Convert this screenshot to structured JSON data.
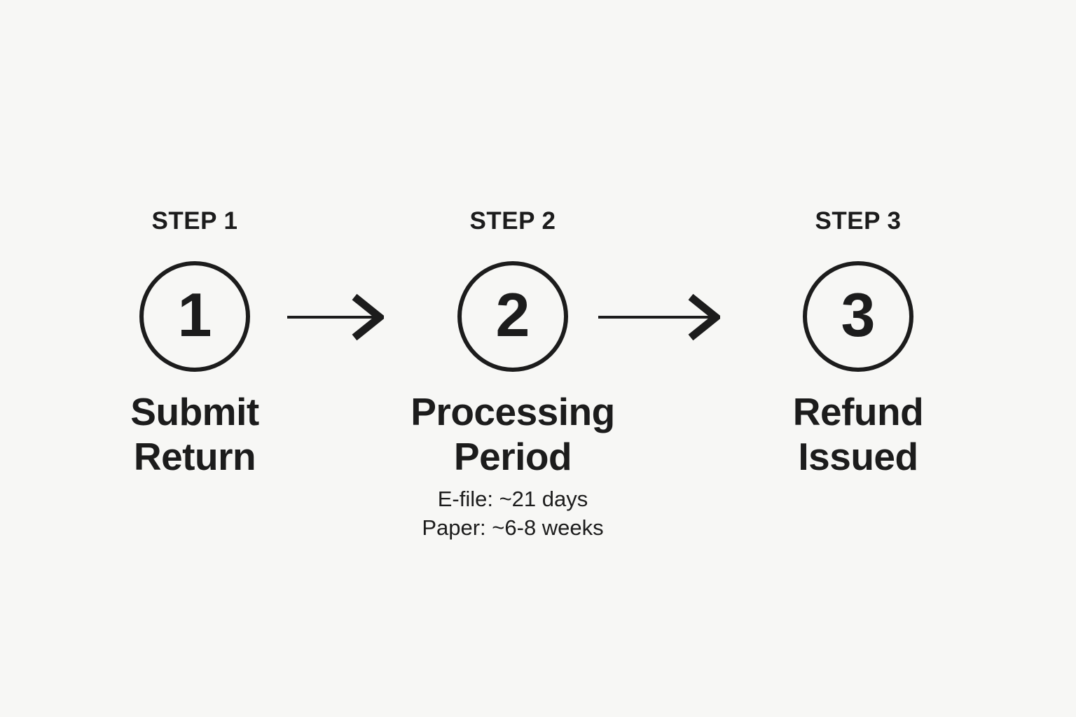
{
  "colors": {
    "background": "#f7f7f5",
    "ink": "#1c1c1c"
  },
  "diagram": {
    "type": "process-flow",
    "direction": "left-to-right",
    "connector": "right-arrow"
  },
  "steps": [
    {
      "label": "STEP 1",
      "number": "1",
      "title_lines": [
        "Submit",
        "Return"
      ],
      "details": []
    },
    {
      "label": "STEP 2",
      "number": "2",
      "title_lines": [
        "Processing",
        "Period"
      ],
      "details": [
        "E-file: ~21 days",
        "Paper: ~6-8 weeks"
      ]
    },
    {
      "label": "STEP 3",
      "number": "3",
      "title_lines": [
        "Refund",
        "Issued"
      ],
      "details": []
    }
  ]
}
